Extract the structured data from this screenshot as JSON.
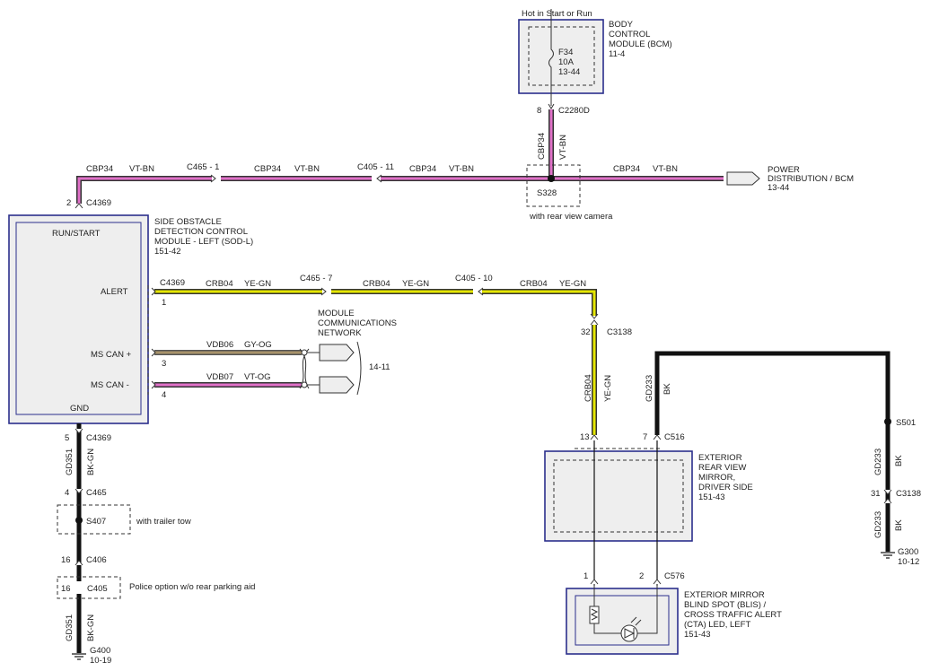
{
  "colors": {
    "violet_brown": "#e070c8",
    "yellow_green": "#e4e600",
    "gray_orange": "#a8926a",
    "black": "#111111",
    "box_border": "#2b2f8c",
    "box_fill": "#eeeeee"
  },
  "bcm": {
    "hot_label": "Hot in Start or Run",
    "name_line1": "BODY",
    "name_line2": "CONTROL",
    "name_line3": "MODULE (BCM)",
    "ref": "11-4",
    "fuse_id": "F34",
    "fuse_rating": "10A",
    "fuse_ref": "13-44",
    "pin": "8",
    "connector": "C2280D",
    "wire_circuit": "CBP34",
    "wire_color": "VT-BN"
  },
  "power_dist": {
    "line1": "POWER",
    "line2": "DISTRIBUTION / BCM",
    "ref": "13-44"
  },
  "splice_s328": {
    "name": "S328",
    "note": "with rear view camera"
  },
  "top_run": {
    "seg1_circuit": "CBP34",
    "seg1_color": "VT-BN",
    "seg2_circuit": "CBP34",
    "seg2_color": "VT-BN",
    "seg3_circuit": "CBP34",
    "seg3_color": "VT-BN",
    "seg4_circuit": "CBP34",
    "seg4_color": "VT-BN",
    "conn_c465": "C465 - 1",
    "conn_c405": "C405 - 11",
    "sod_pin": "2",
    "sod_connector": "C4369"
  },
  "sod": {
    "name_line1": "SIDE OBSTACLE",
    "name_line2": "DETECTION CONTROL",
    "name_line3": "MODULE - LEFT (SOD-L)",
    "ref": "151-42",
    "pin_runstart": "RUN/START",
    "pin_alert": "ALERT",
    "pin_mscan_plus": "MS CAN +",
    "pin_mscan_minus": "MS CAN -",
    "pin_gnd": "GND"
  },
  "alert_run": {
    "connector": "C4369",
    "pin": "1",
    "seg1_circuit": "CRB04",
    "seg1_color": "YE-GN",
    "seg2_circuit": "CRB04",
    "seg2_color": "YE-GN",
    "seg3_circuit": "CRB04",
    "seg3_color": "YE-GN",
    "conn_c465": "C465 - 7",
    "conn_c405": "C405 - 10",
    "down_pin": "32",
    "down_connector": "C3138",
    "vertical_circuit": "CRB04",
    "vertical_color": "YE-GN"
  },
  "mscan": {
    "plus_pin": "3",
    "plus_circuit": "VDB06",
    "plus_color": "GY-OG",
    "minus_pin": "4",
    "minus_circuit": "VDB07",
    "minus_color": "VT-OG",
    "network_line1": "MODULE",
    "network_line2": "COMMUNICATIONS",
    "network_line3": "NETWORK",
    "network_ref": "14-11"
  },
  "gnd_run": {
    "pin5": "5",
    "conn_c4369": "C4369",
    "circuit": "GD351",
    "color": "BK-GN",
    "pin4": "4",
    "conn_c465": "C465",
    "splice": "S407",
    "splice_note": "with trailer tow",
    "pin16a": "16",
    "conn_c406": "C406",
    "pin16b": "16",
    "conn_c405": "C405",
    "c405_note": "Police option w/o rear parking aid",
    "circuit2": "GD351",
    "color2": "BK-GN",
    "ground": "G400",
    "ground_ref": "10-19"
  },
  "mirror": {
    "pin13": "13",
    "pin7": "7",
    "connector": "C516",
    "name_line1": "EXTERIOR",
    "name_line2": "REAR VIEW",
    "name_line3": "MIRROR,",
    "name_line4": "DRIVER SIDE",
    "ref": "151-43",
    "bk_circuit": "GD233",
    "bk_color": "BK"
  },
  "blis": {
    "pin1": "1",
    "pin2": "2",
    "connector": "C576",
    "name_line1": "EXTERIOR MIRROR",
    "name_line2": "BLIND SPOT (BLIS) /",
    "name_line3": "CROSS TRAFFIC ALERT",
    "name_line4": "(CTA) LED, LEFT",
    "ref": "151-43"
  },
  "right_gnd": {
    "splice": "S501",
    "circuit_a": "GD233",
    "color_a": "BK",
    "pin": "31",
    "connector": "C3138",
    "circuit_b": "GD233",
    "color_b": "BK",
    "ground": "G300",
    "ground_ref": "10-12"
  }
}
